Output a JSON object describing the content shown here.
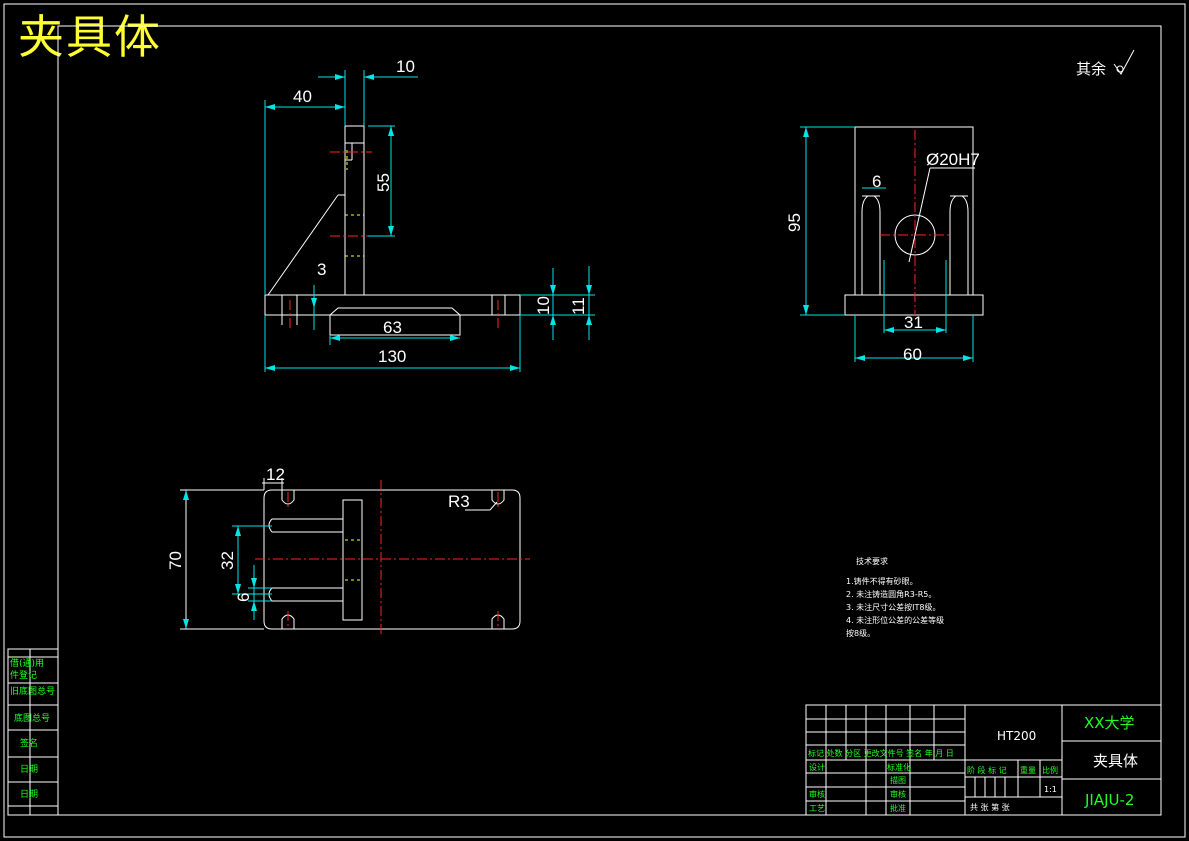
{
  "title": "夹具体",
  "roughness": "其余",
  "dims": {
    "d10_top": "10",
    "d40": "40",
    "d55": "55",
    "d3": "3",
    "d63": "63",
    "d130": "130",
    "d10_right": "10",
    "d11": "11",
    "d95": "95",
    "dia": "Ø20H7",
    "d6_side": "6",
    "d31": "31",
    "d60": "60",
    "d12": "12",
    "r3": "R3",
    "d70": "70",
    "d32": "32",
    "d6_plan": "6"
  },
  "tech_notes": {
    "heading": "技术要求",
    "lines": [
      "1.铸件不得有砂眼。",
      "2. 未注铸造圆角R3-R5。",
      "3. 未注尺寸公差按IT8级。",
      "4. 未注形位公差的公差等级",
      "按8级。"
    ]
  },
  "side_table": [
    "借(通)用",
    "件登记",
    "旧底图总号",
    "底图总号",
    "签名",
    "日期",
    "日期"
  ],
  "title_block": {
    "material": "HT200",
    "school": "XX大学",
    "part_name": "夹具体",
    "drawing_no": "JIAJU-2",
    "rev_header": "标记 处数 分区 更改文件号 签名 年 月 日",
    "design": "设计",
    "standardize": "标准化",
    "drafting": "描图",
    "review": "审核",
    "process": "工艺",
    "approve": "批准",
    "check": "审核",
    "stage_header": "阶 段 标 记",
    "weight": "重量",
    "scale_label": "比例",
    "scale": "1:1",
    "sheets": "共   张   第   张"
  }
}
